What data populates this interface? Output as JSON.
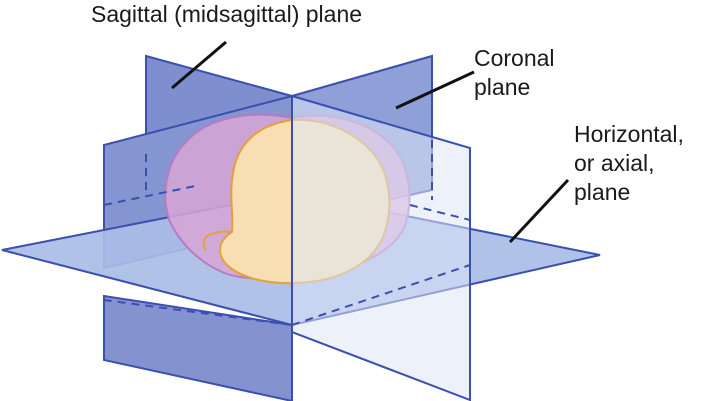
{
  "labels": {
    "sagittal": "Sagittal (midsagittal) plane",
    "coronal_line1": "Coronal",
    "coronal_line2": "plane",
    "horizontal_line1": "Horizontal,",
    "horizontal_line2": "or axial,",
    "horizontal_line3": "plane"
  },
  "colors": {
    "plane_edge": "#3b4fb0",
    "sagittal_fill": "#6f7fc7",
    "coronal_fill": "#dfe6f6",
    "horizontal_fill": "#a9bde6",
    "brain_hemisphere": "#f7dfb3",
    "brain_outline": "#e3a13a",
    "brain_other_hemisphere": "#d8a6d6",
    "leader_line": "#111111"
  }
}
